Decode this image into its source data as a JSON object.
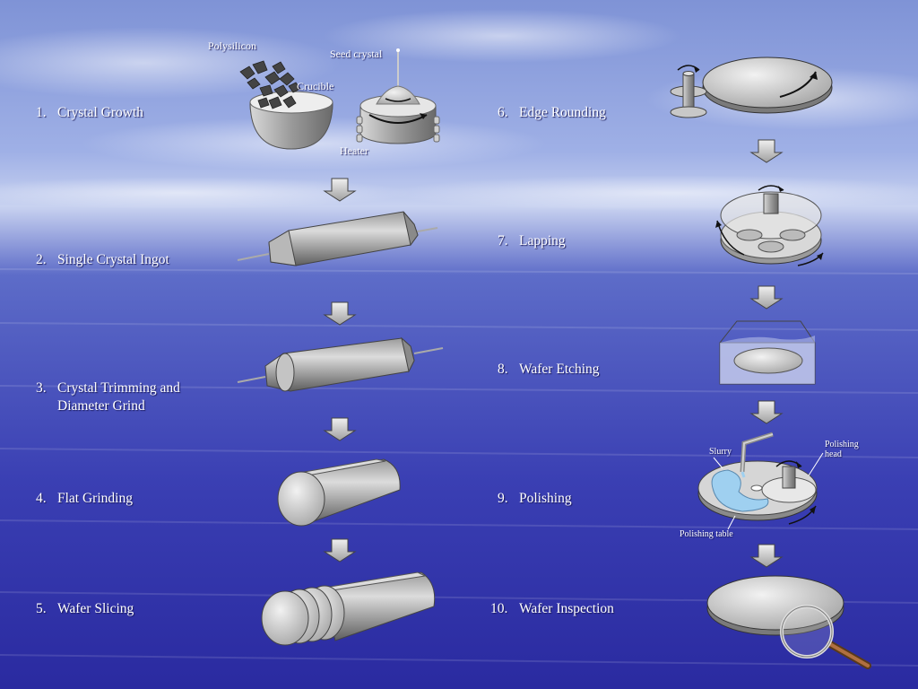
{
  "steps_left": [
    {
      "num": "1.",
      "label": "Crystal Growth"
    },
    {
      "num": "2.",
      "label": "Single Crystal Ingot"
    },
    {
      "num": "3.",
      "label": "Crystal Trimming and\nDiameter Grind"
    },
    {
      "num": "4.",
      "label": "Flat Grinding"
    },
    {
      "num": "5.",
      "label": "Wafer Slicing"
    }
  ],
  "steps_right": [
    {
      "num": "6.",
      "label": "Edge Rounding"
    },
    {
      "num": "7.",
      "label": "Lapping"
    },
    {
      "num": "8.",
      "label": "Wafer Etching"
    },
    {
      "num": "9.",
      "label": "Polishing"
    },
    {
      "num": "10.",
      "label": "Wafer Inspection"
    }
  ],
  "callouts": {
    "polysilicon": "Polysilicon",
    "seed_crystal": "Seed crystal",
    "crucible": "Crucible",
    "heater": "Heater",
    "slurry": "Slurry",
    "polishing_head": "Polishing\nhead",
    "polishing_table": "Polishing table"
  },
  "colors": {
    "background_top": "#8fa6e0",
    "background_bottom": "#2e2ea8",
    "metal_light": "#e2e2e2",
    "metal_dark": "#6a6a6a",
    "slurry": "#9fd0f0"
  }
}
